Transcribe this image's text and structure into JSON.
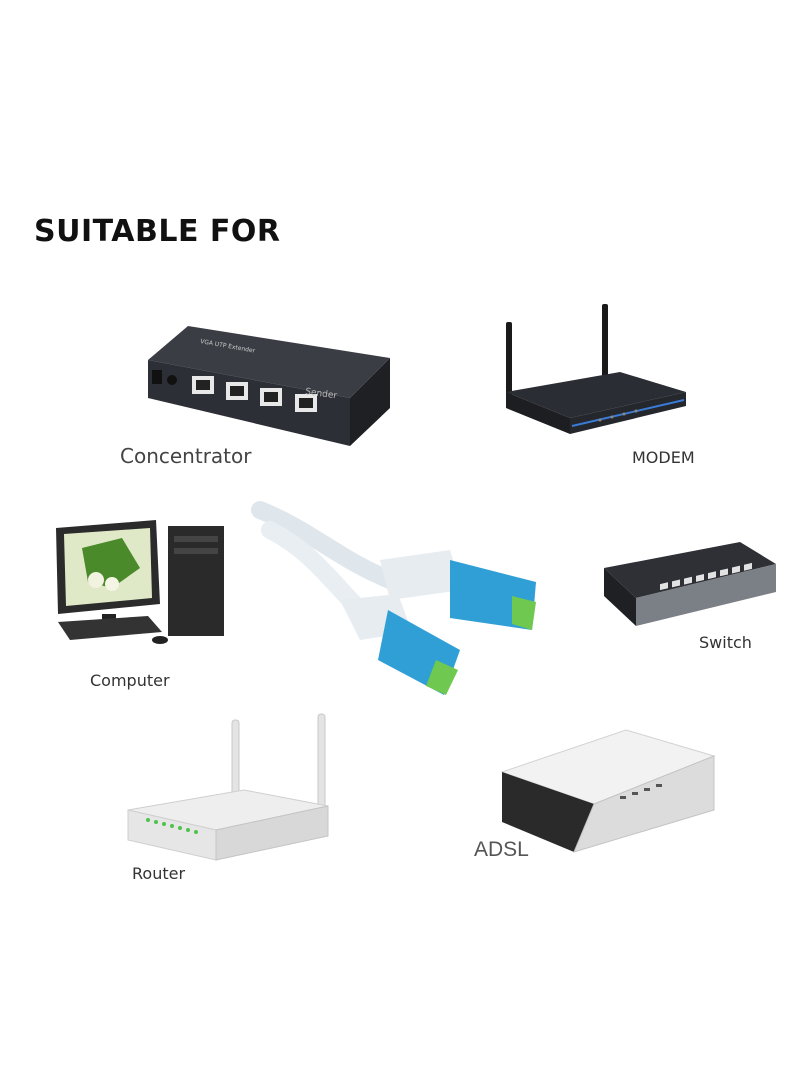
{
  "heading": "SUITABLE FOR",
  "devices": {
    "concentrator": {
      "label": "Concentrator",
      "panel_text": "VGA UTP Extender",
      "brand": "Sender"
    },
    "modem": {
      "label": "MODEM"
    },
    "computer": {
      "label": "Computer"
    },
    "switch": {
      "label": "Switch"
    },
    "router": {
      "label": "Router"
    },
    "adsl": {
      "label": "ADSL"
    }
  },
  "cable": {
    "connector_color": "#2f9fd6",
    "jacket_color": "#e8eef2"
  },
  "colors": {
    "background": "#ffffff",
    "heading": "#111111",
    "device_dark": "#2a2d33"
  }
}
